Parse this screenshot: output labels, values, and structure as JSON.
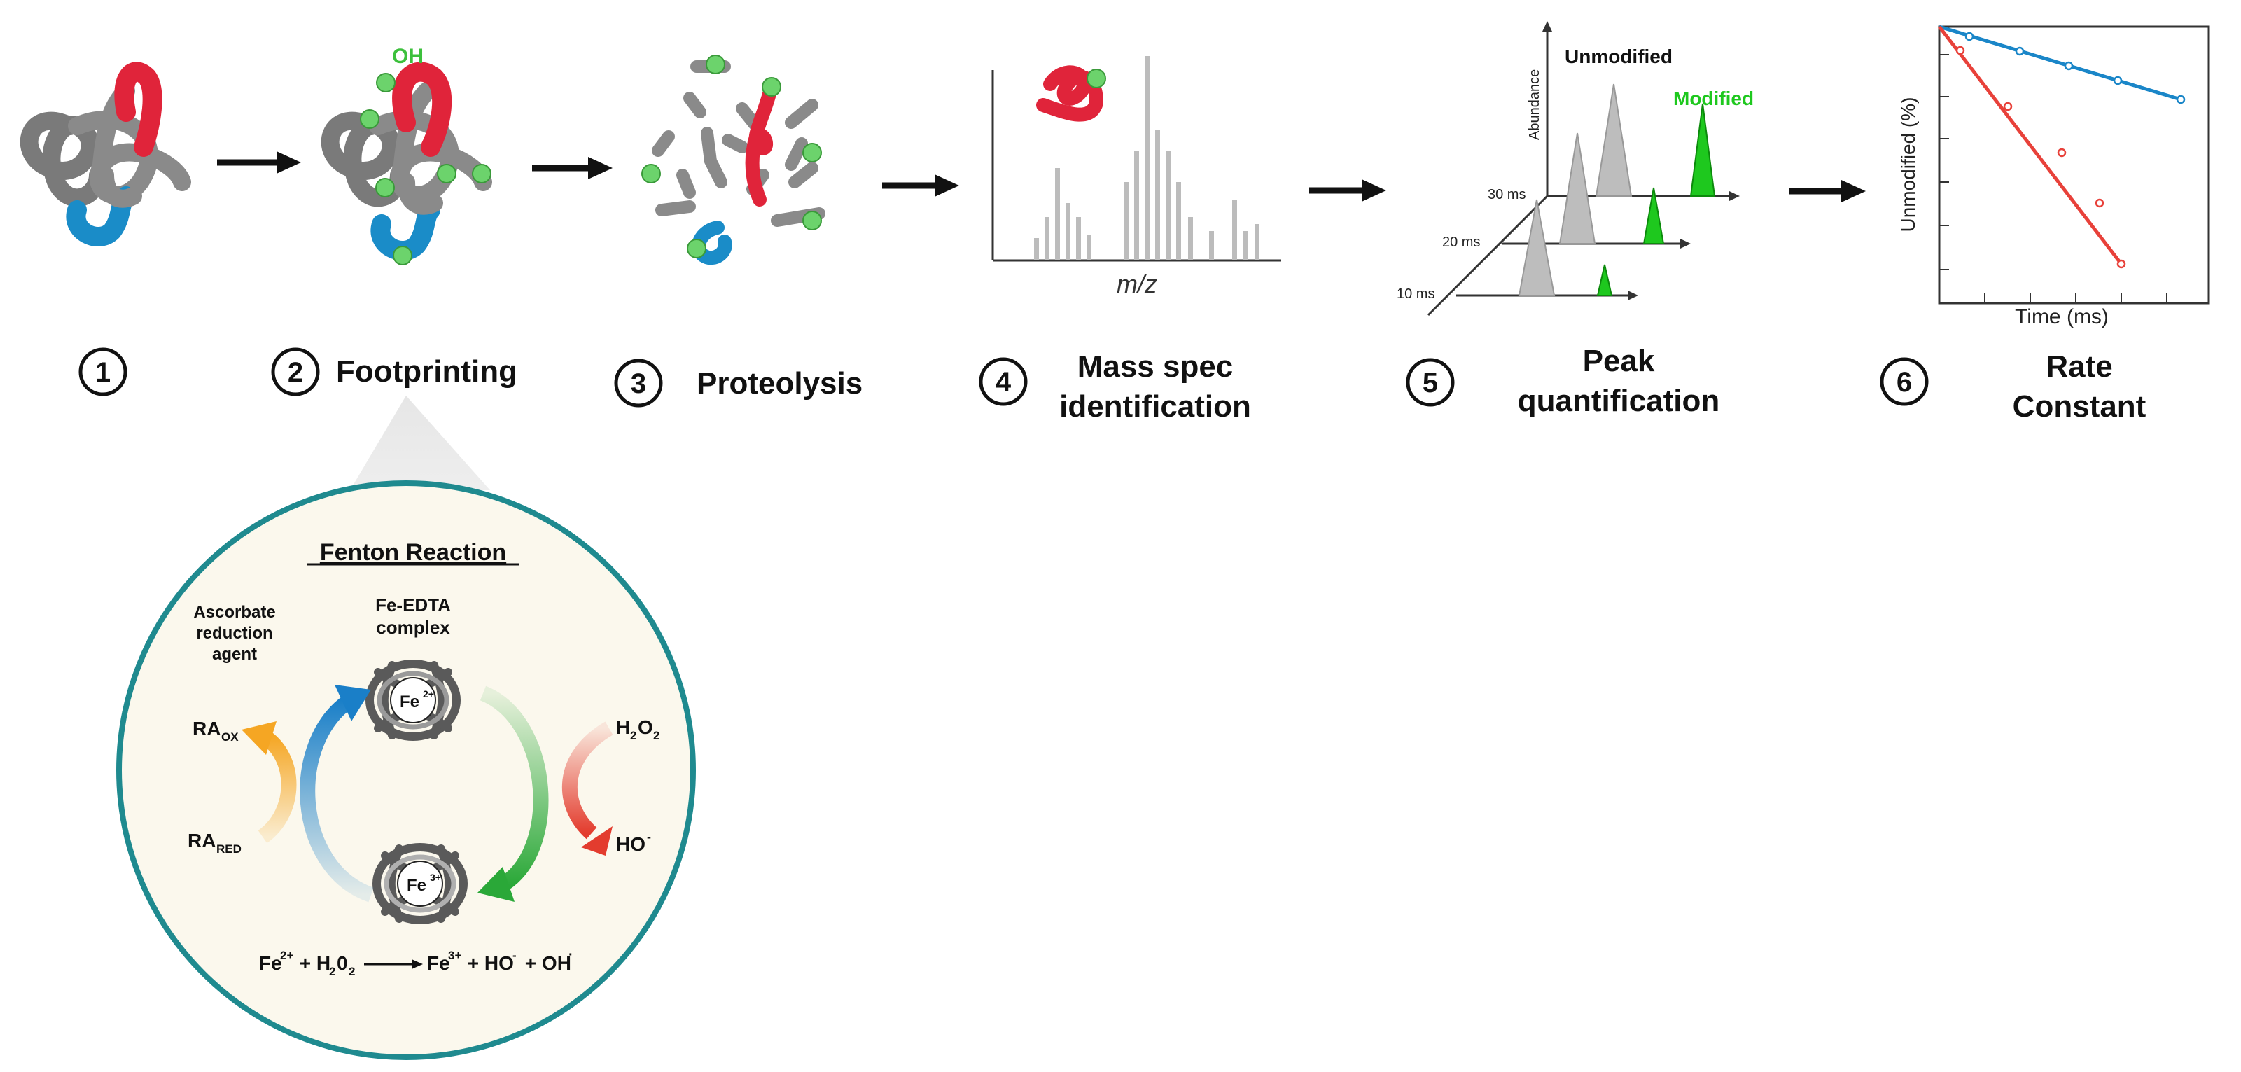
{
  "steps": [
    {
      "number": "1",
      "title": ""
    },
    {
      "number": "2",
      "title": "Footprinting"
    },
    {
      "number": "3",
      "title": "Proteolysis"
    },
    {
      "number": "4",
      "title_line1": "Mass spec",
      "title_line2": "identification"
    },
    {
      "number": "5",
      "title_line1": "Peak",
      "title_line2": "quantification"
    },
    {
      "number": "6",
      "title_line1": "Rate",
      "title_line2": "Constant"
    }
  ],
  "footprint": {
    "oh_label": "OH"
  },
  "mass_spec": {
    "xlabel": "m/z"
  },
  "peak_quant": {
    "ylabel": "Abundance",
    "unmodified_label": "Unmodified",
    "modified_label": "Modified",
    "time_labels": [
      "30 ms",
      "20 ms",
      "10 ms"
    ],
    "colors": {
      "unmodified": "#bdbdbd",
      "modified": "#1ec81e"
    }
  },
  "rate_chart": {
    "xlabel": "Time (ms)",
    "ylabel": "Unmodified (%)",
    "colors": {
      "slow": "#1a86c8",
      "fast": "#e8413a"
    }
  },
  "fenton": {
    "title": "Fenton Reaction",
    "ascorbate_line1": "Ascorbate",
    "ascorbate_line2": "reduction",
    "ascorbate_line3": "agent",
    "complex_line1": "Fe-EDTA",
    "complex_line2": "complex",
    "fe2_base": "Fe",
    "fe2_sup": "2+",
    "fe3_base": "Fe",
    "fe3_sup": "3+",
    "ra_ox_base": "RA",
    "ra_ox_sub": "OX",
    "ra_red_base": "RA",
    "ra_red_sub": "RED",
    "h2o2_a": "H",
    "h2o2_b": "2",
    "h2o2_c": "O",
    "h2o2_d": "2",
    "ho_base": "HO",
    "ho_sup": "-",
    "eq_fe2": "Fe",
    "eq_fe2_sup": "2+",
    "eq_plus1": " + H",
    "eq_h2o2_sub1": "2",
    "eq_o": "0",
    "eq_h2o2_sub2": "2",
    "eq_fe3": "Fe",
    "eq_fe3_sup": "3+",
    "eq_rest": " + HO",
    "eq_rest_sup": "-",
    "eq_oh": " + OH",
    "eq_oh_sup": "·",
    "colors": {
      "circle_border": "#1f8a8f",
      "circle_fill": "#fbf8ed",
      "orange": "#f5a623",
      "blue": "#1a7fc8",
      "green": "#2aa838",
      "red": "#e33c2e"
    }
  },
  "protein_colors": {
    "gray": "#8a8a8a",
    "red": "#e0243a",
    "blue": "#1a8cc8",
    "green": "#6cd36c"
  }
}
